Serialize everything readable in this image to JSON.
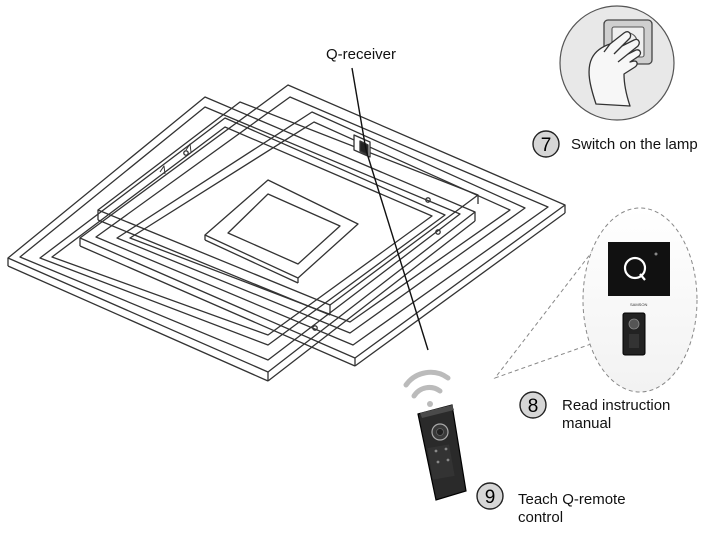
{
  "labels": {
    "receiver": "Q-receiver"
  },
  "steps": [
    {
      "number": "7",
      "text": "Switch on the lamp"
    },
    {
      "number": "8",
      "text": "Read instruction\nmanual"
    },
    {
      "number": "9",
      "text": "Teach Q-remote\ncontrol"
    }
  ],
  "manual_cover": {
    "logo": "Q",
    "brand_text": "SAMSON"
  },
  "icons": [
    "wall-switch-icon",
    "hand-icon",
    "wifi-signal-icon",
    "remote-control-icon"
  ]
}
